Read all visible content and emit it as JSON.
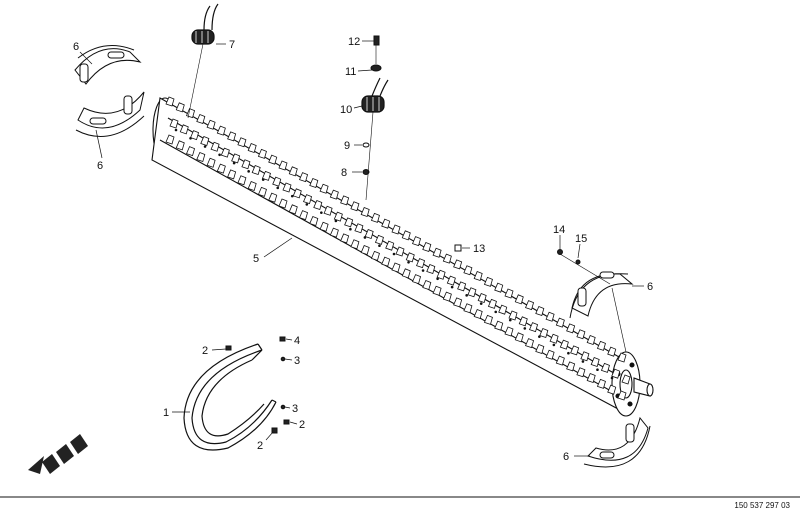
{
  "callouts": {
    "c1": "1",
    "c2a": "2",
    "c2b": "2",
    "c2c": "2",
    "c3a": "3",
    "c3b": "3",
    "c4": "4",
    "c5": "5",
    "c6a": "6",
    "c6b": "6",
    "c6c": "6",
    "c6d": "6",
    "c7": "7",
    "c8": "8",
    "c9": "9",
    "c10": "10",
    "c11": "11",
    "c12": "12",
    "c13": "13",
    "c14": "14",
    "c15": "15"
  },
  "drawing_number": "150 537 297 03",
  "colors": {
    "line": "#111111",
    "fill": "#ffffff",
    "shade": "#d8d8d8",
    "dark": "#222222"
  },
  "icons": {
    "direction": "travel-direction-arrow-icon"
  }
}
